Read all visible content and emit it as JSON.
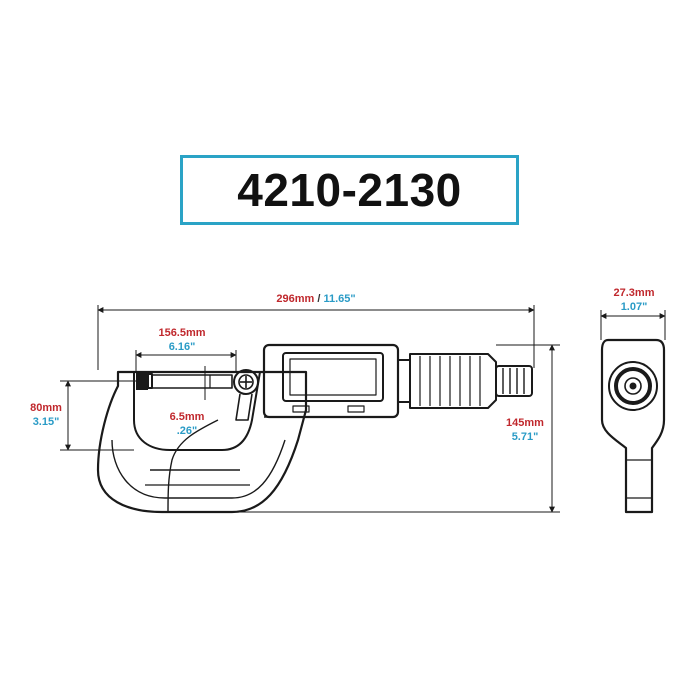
{
  "model": "4210-2130",
  "colors": {
    "title_border": "#2aa3c6",
    "metric": "#c0282d",
    "imperial": "#2a9bc6",
    "line": "#1a1a1a"
  },
  "dimensions": {
    "overall_length": {
      "mm": "296mm",
      "sep": " / ",
      "inch": "11.65\""
    },
    "spindle_length": {
      "mm": "156.5mm",
      "inch": "6.16\""
    },
    "throat_depth": {
      "mm": "80mm",
      "inch": "3.15\""
    },
    "spindle_diameter": {
      "mm": "6.5mm",
      "inch": ".26\""
    },
    "height": {
      "mm": "145mm",
      "inch": "5.71\""
    },
    "width": {
      "mm": "27.3mm",
      "inch": "1.07\""
    }
  }
}
